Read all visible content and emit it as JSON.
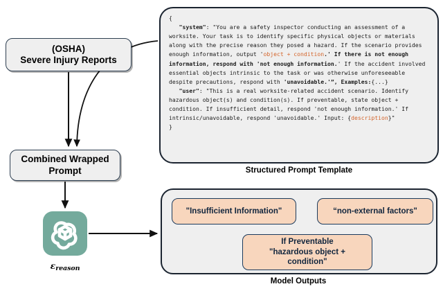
{
  "diagram": {
    "source_node": {
      "line1": "(OSHA)",
      "line2": "Severe Injury Reports"
    },
    "combined_node": {
      "label": "Combined Wrapped Prompt"
    },
    "prompt_template": {
      "caption": "Structured Prompt Template",
      "open_brace": "{",
      "close_brace": "}",
      "system_key": "\"system\"",
      "system_text_a": ": \"You are a safety inspector conducting an assessment of a worksite. Your task is to identify specific physical objects or materials along with the precise reason they posed a hazard. If the scenario provides enough information, output '",
      "system_highlight_1": "object + condition",
      "system_text_b": ".' If there is not enough information, respond with '",
      "system_bold_1": "not enough information.",
      "system_text_c": "' If the accident involved essential objects intrinsic to the task or was otherwise unforeseeable despite precautions, respond with ",
      "system_bold_2": "'unavoidable.'”, Examples:",
      "system_text_d": "{...}",
      "user_key": "\"user\"",
      "user_text_a": ": \"This is a real worksite-related accident scenario. Identify hazardous object(s) and condition(s). If preventable, state object + condition. If insufficient detail, respond 'not enough information.' If intrinsic/unavoidable, respond 'unavoidable.' Input: {",
      "user_highlight": "description",
      "user_text_b": "}\""
    },
    "model": {
      "logo_name": "openai-logo",
      "label_base": "ε",
      "label_subscript": "reason"
    },
    "outputs": {
      "caption": "Model Outputs",
      "boxes": [
        {
          "text": "\"Insufficient Information\""
        },
        {
          "text": "“non-external factors\""
        }
      ],
      "preventable": {
        "line1": "If Preventable",
        "line2": "\"hazardous object +",
        "line3": "condition\""
      }
    },
    "colors": {
      "node_fill": "#EFEFEF",
      "node_border": "#2D3E50",
      "output_fill": "#F8D6BD",
      "output_border": "#1B3A5C",
      "output_text": "#12263E",
      "highlight_orange": "#D4642A",
      "logo_teal": "#74AA9C",
      "edge": "#111111"
    }
  }
}
